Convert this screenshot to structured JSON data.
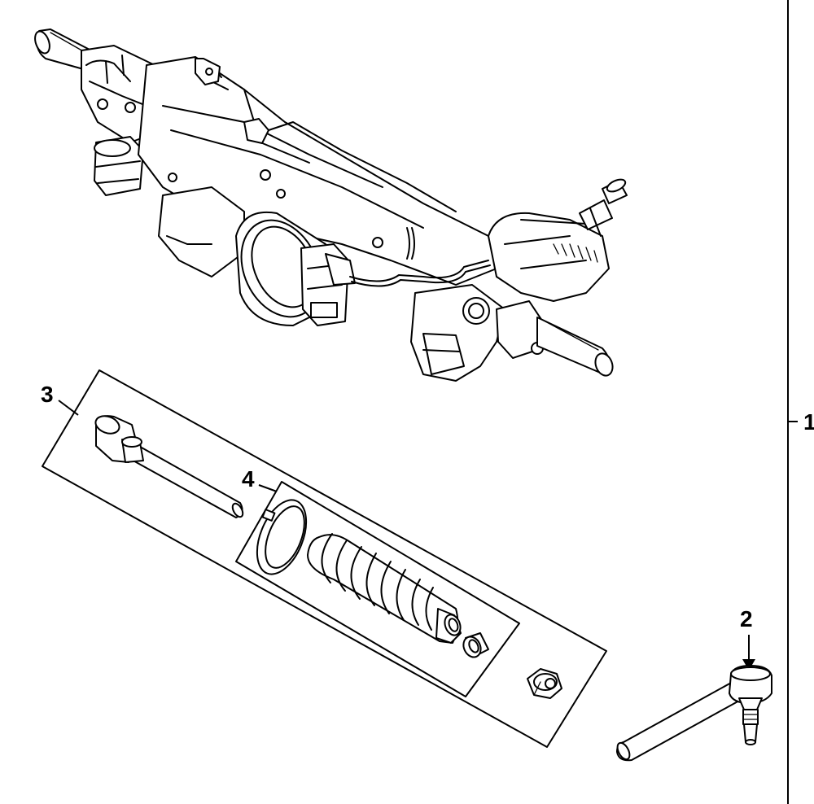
{
  "diagram": {
    "callouts": {
      "c1": "1",
      "c2": "2",
      "c3": "3",
      "c4": "4"
    },
    "parts": [
      "steering-gear-assembly",
      "outer-tie-rod-end",
      "inner-tie-rod-kit",
      "boot-kit"
    ]
  }
}
